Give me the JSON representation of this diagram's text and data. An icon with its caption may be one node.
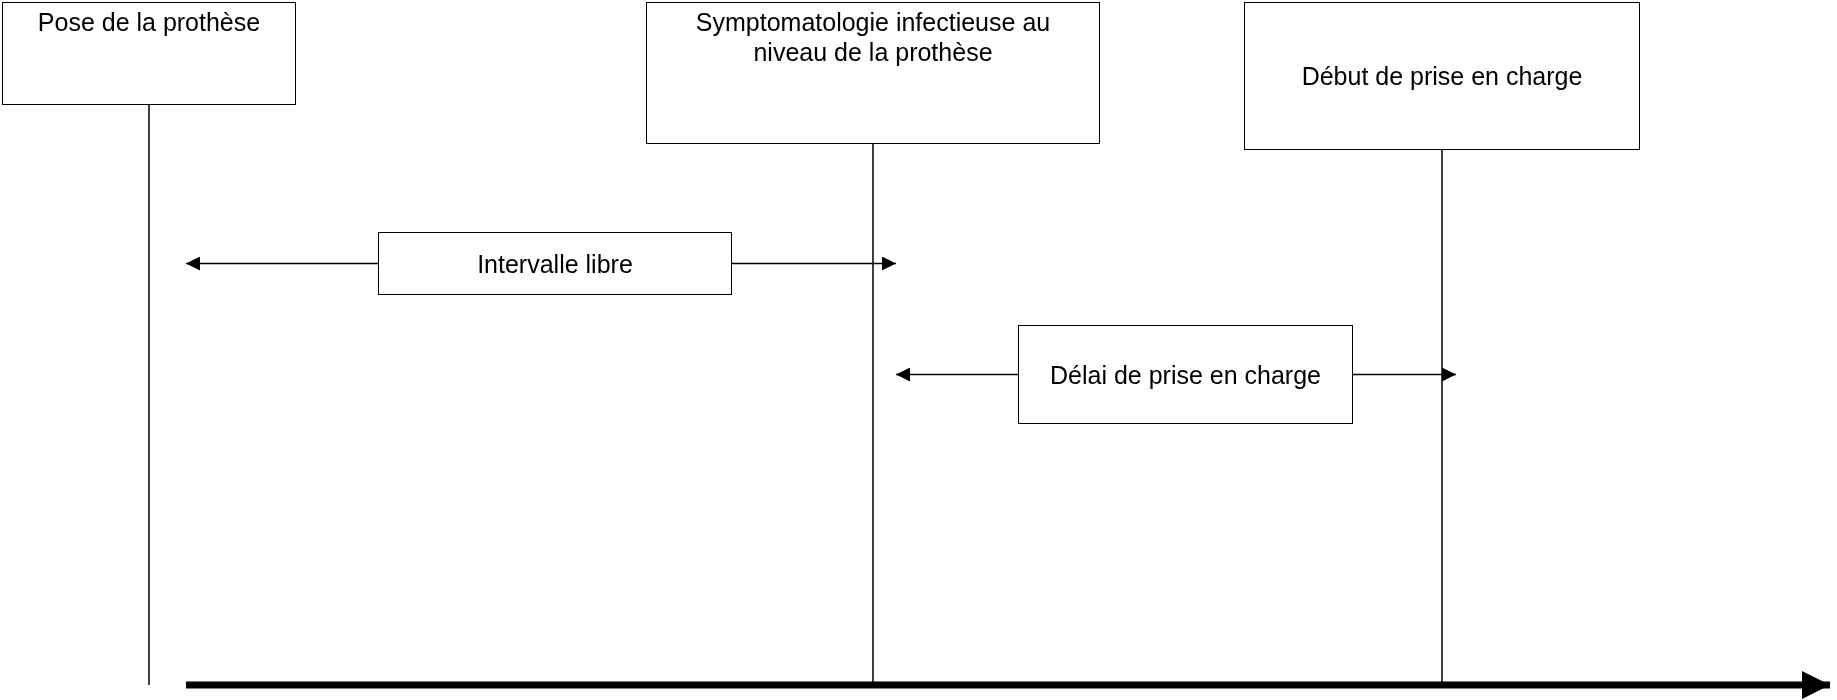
{
  "diagram": {
    "nodes": [
      {
        "text": [
          "Pose de la prothèse"
        ]
      },
      {
        "text": [
          "Symptomatologie infectieuse au niveau de la prothèse"
        ]
      },
      {
        "text": [
          "Début de prise en charge"
        ]
      },
      {
        "text": [
          "Intervalle libre"
        ]
      },
      {
        "text": [
          "Délai de prise en charge"
        ]
      },
      {
        "text": [],
        "shape": "bar"
      }
    ],
    "edges": [
      {
        "from": 0,
        "to": 5,
        "arrow": "none"
      },
      {
        "from": 1,
        "to": 5,
        "arrow": "none"
      },
      {
        "from": 2,
        "to": 5,
        "arrow": "none"
      },
      {
        "from": 3,
        "to": null,
        "arrow": "to"
      },
      {
        "from": 3,
        "to": null,
        "arrow": "to"
      },
      {
        "from": 4,
        "to": null,
        "arrow": "to"
      },
      {
        "from": 4,
        "to": null,
        "arrow": "to"
      }
    ]
  }
}
